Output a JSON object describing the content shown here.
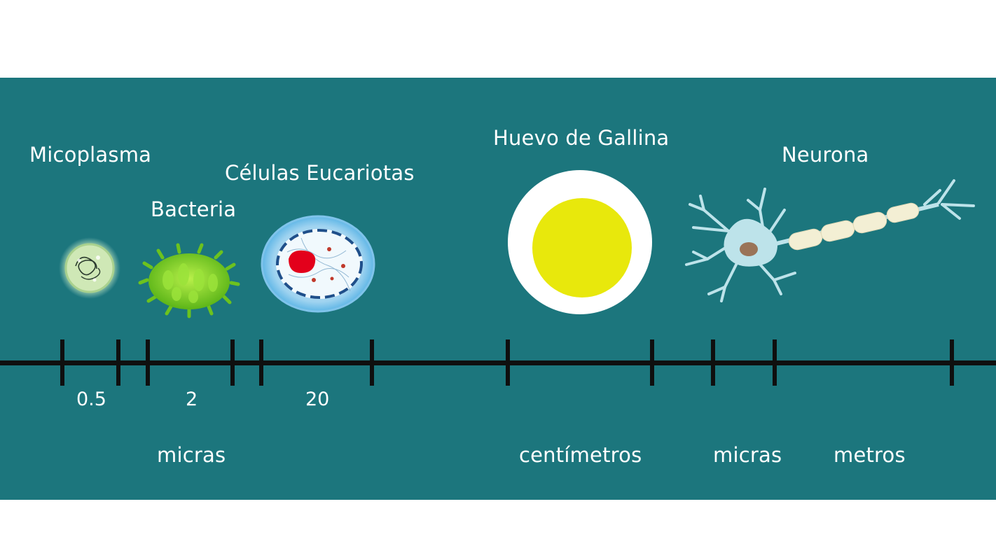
{
  "organisms": [
    {
      "name": "Micoplasma"
    },
    {
      "name": "Bacteria"
    },
    {
      "name": "Células Eucariotas"
    },
    {
      "name": "Huevo de Gallina"
    },
    {
      "name": "Neurona"
    }
  ],
  "scale_values": [
    "0.5",
    "2",
    "20"
  ],
  "units": [
    "micras",
    "centímetros",
    "micras",
    "metros"
  ],
  "colors": {
    "background": "#1c767d",
    "axis": "#0f0f0f",
    "micoplasma": "#c8e6b0",
    "bacteria": "#7ed321",
    "eukaryote_membrane": "#bfe3f7",
    "eukaryote_nucleus": "#e3001b",
    "egg_white": "#ffffff",
    "egg_yolk": "#e8e80c",
    "neuron": "#bde3ea",
    "neuron_nucleus": "#9a7458"
  }
}
